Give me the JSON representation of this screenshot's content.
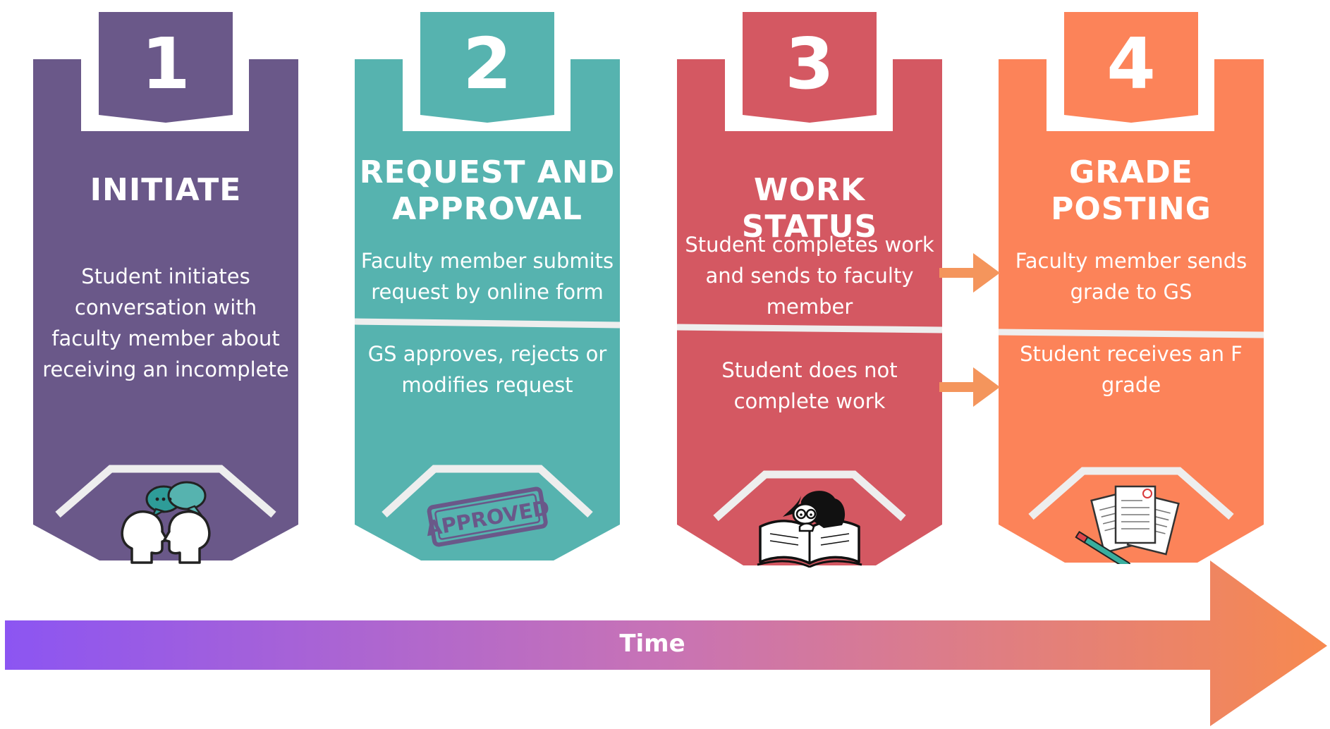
{
  "stages": [
    {
      "number": "1",
      "title": "INITIATE",
      "text": "Student initiates conversation with faculty member about receiving an incomplete",
      "icon": "conversation-heads-icon",
      "color": "#6A5889"
    },
    {
      "number": "2",
      "title": "REQUEST AND APPROVAL",
      "text_top": "Faculty member submits request by online form",
      "text_bottom": "GS approves, rejects or modifies request",
      "icon": "approved-stamp-icon",
      "stamp_text": "APPROVED",
      "color": "#56B3AF"
    },
    {
      "number": "3",
      "title": "WORK STATUS",
      "text_top": "Student completes work and sends to faculty member",
      "text_bottom": "Student does not complete work",
      "icon": "student-reading-book-icon",
      "color": "#D45862"
    },
    {
      "number": "4",
      "title": "GRADE POSTING",
      "text_top": "Faculty member sends grade to GS",
      "text_bottom": "Student receives an F grade",
      "icon": "graded-papers-pen-icon",
      "color": "#FC8359"
    }
  ],
  "timeline": {
    "label": "Time",
    "color_start": "#8C55F2",
    "color_end": "#F7894F"
  },
  "arrow_color": "#F4955C"
}
